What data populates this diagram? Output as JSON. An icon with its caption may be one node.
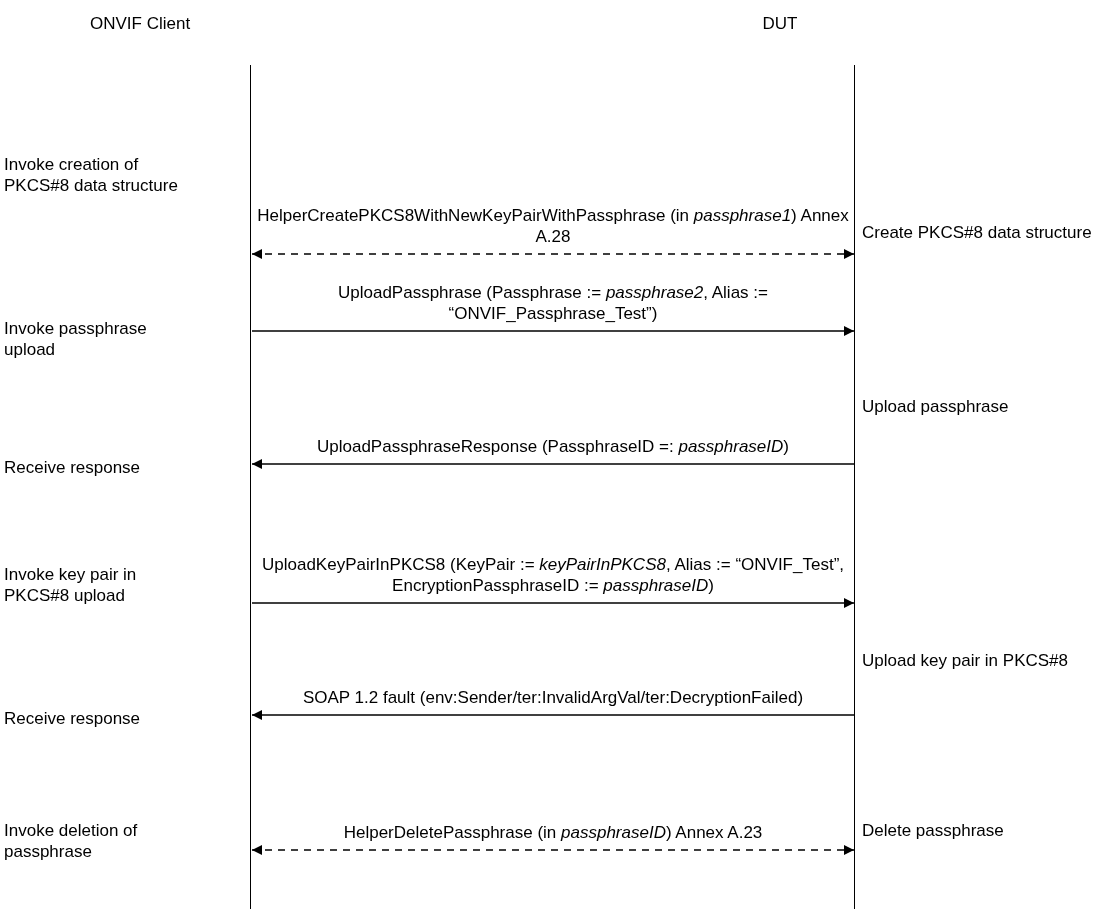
{
  "diagram": {
    "nodes": [
      {
        "text": [
          "ONVIF Client"
        ]
      },
      {
        "text": [
          "DUT"
        ]
      }
    ],
    "edges": [
      {
        "from": 0,
        "to": 1,
        "arrow": "both",
        "style": "dashed",
        "label": "HelperCreatePKCS8WithNewKeyPairWithPassphrase (in *passphrase1*) Annex A.28"
      },
      {
        "from": 0,
        "to": 1,
        "arrow": "to",
        "label": "UploadPassphrase (Passphrase := *passphrase2*, Alias := “ONVIF_Passphrase_Test”)"
      },
      {
        "from": 1,
        "to": 0,
        "arrow": "to",
        "label": "UploadPassphraseResponse (PassphraseID =: *passphraseID*)"
      },
      {
        "from": 0,
        "to": 1,
        "arrow": "to",
        "label": "UploadKeyPairInPKCS8 (KeyPair := *keyPairInPKCS8*, Alias := “ONVIF_Test”, EncryptionPassphraseID := *passphraseID*)"
      },
      {
        "from": 1,
        "to": 0,
        "arrow": "to",
        "label": "SOAP 1.2 fault (env:Sender/ter:InvalidArgVal/ter:DecryptionFailed)"
      },
      {
        "from": 0,
        "to": 1,
        "arrow": "both",
        "style": "dashed",
        "label": "HelperDeletePassphrase (in *passphraseID*) Annex A.23"
      }
    ],
    "labels": [
      "Invoke creation of PKCS#8 data structure",
      "Create PKCS#8 data structure",
      "Invoke passphrase upload",
      "Upload passphrase",
      "Receive response",
      "Invoke key pair in PKCS#8 upload",
      "Upload key pair in PKCS#8",
      "Receive response",
      "Invoke deletion of passphrase",
      "Delete passphrase"
    ]
  }
}
